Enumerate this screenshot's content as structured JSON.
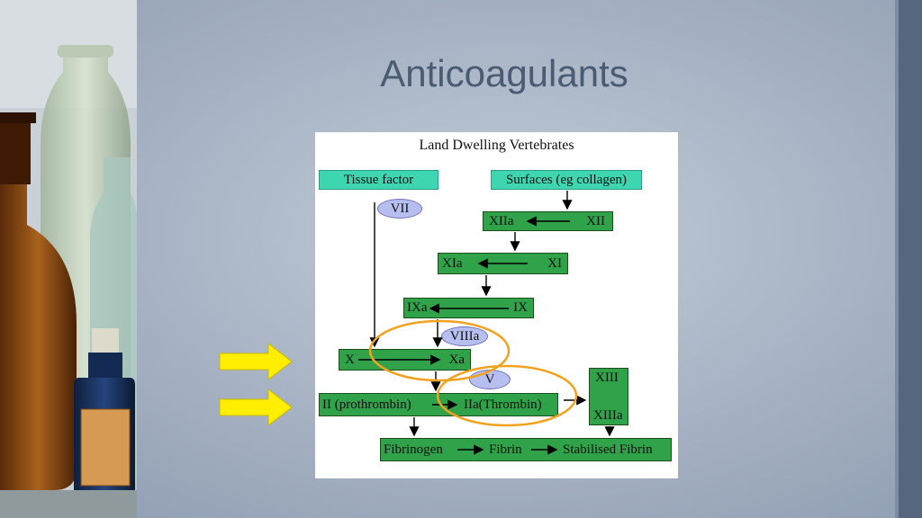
{
  "slide": {
    "title": "Anticoagulants"
  },
  "diagram": {
    "heading": "Land Dwelling Vertebrates",
    "tissue_factor": "Tissue factor",
    "surfaces": "Surfaces (eg collagen)",
    "vii": "VII",
    "xiia": "XIIa",
    "xii": "XII",
    "xia": "XIa",
    "xi": "XI",
    "ixa": "IXa",
    "ix": "IX",
    "viiia": "VIIIa",
    "x": "X",
    "xa": "Xa",
    "v": "V",
    "prothrombin": "II (prothrombin)",
    "thrombin": "IIa(Thrombin)",
    "xiii": "XIII",
    "xiiia": "XIIIa",
    "fibrinogen": "Fibrinogen",
    "fibrin": "Fibrin",
    "stabilised_fibrin": "Stabilised Fibrin"
  },
  "colors": {
    "box_green": "#2fa24a",
    "box_teal": "#3ed6b0",
    "cofactor_pill": "#b7bff0",
    "highlight_circle": "#f2a21e",
    "pointer_arrow": "#ffee00"
  }
}
